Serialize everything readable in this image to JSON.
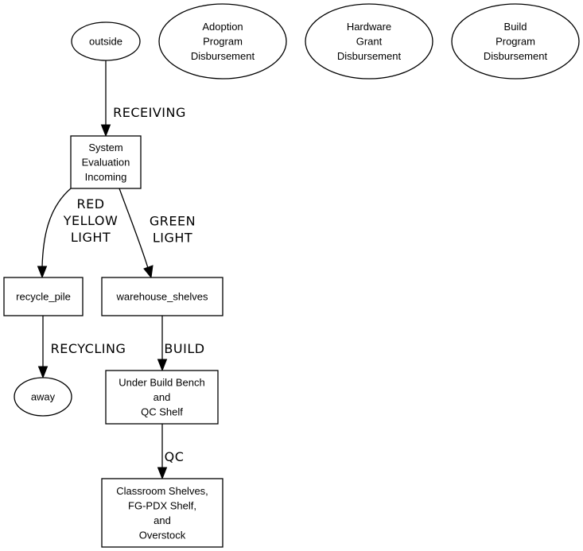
{
  "diagram": {
    "type": "directed-graph",
    "nodes": [
      {
        "id": "outside",
        "shape": "ellipse",
        "lines": [
          "outside"
        ]
      },
      {
        "id": "adoption",
        "shape": "ellipse",
        "lines": [
          "Adoption",
          "Program",
          "Disbursement"
        ]
      },
      {
        "id": "hardware",
        "shape": "ellipse",
        "lines": [
          "Hardware",
          "Grant",
          "Disbursement"
        ]
      },
      {
        "id": "buildprog",
        "shape": "ellipse",
        "lines": [
          "Build",
          "Program",
          "Disbursement"
        ]
      },
      {
        "id": "system_eval",
        "shape": "box",
        "lines": [
          "System",
          "Evaluation",
          "Incoming"
        ]
      },
      {
        "id": "recycle_pile",
        "shape": "box",
        "lines": [
          "recycle_pile"
        ]
      },
      {
        "id": "warehouse_shelves",
        "shape": "box",
        "lines": [
          "warehouse_shelves"
        ]
      },
      {
        "id": "away",
        "shape": "ellipse",
        "lines": [
          "away"
        ]
      },
      {
        "id": "under_build",
        "shape": "box",
        "lines": [
          "Under Build Bench",
          "and",
          "QC Shelf"
        ]
      },
      {
        "id": "classroom",
        "shape": "box",
        "lines": [
          "Classroom Shelves,",
          "FG-PDX Shelf,",
          "and",
          "Overstock"
        ]
      }
    ],
    "edges": [
      {
        "from": "outside",
        "to": "system_eval",
        "label_lines": [
          "RECEIVING"
        ]
      },
      {
        "from": "system_eval",
        "to": "recycle_pile",
        "label_lines": [
          "RED",
          "YELLOW",
          "LIGHT"
        ]
      },
      {
        "from": "system_eval",
        "to": "warehouse_shelves",
        "label_lines": [
          "GREEN",
          "LIGHT"
        ]
      },
      {
        "from": "recycle_pile",
        "to": "away",
        "label_lines": [
          "RECYCLING"
        ]
      },
      {
        "from": "warehouse_shelves",
        "to": "under_build",
        "label_lines": [
          "BUILD"
        ]
      },
      {
        "from": "under_build",
        "to": "classroom",
        "label_lines": [
          "QC"
        ]
      }
    ]
  }
}
